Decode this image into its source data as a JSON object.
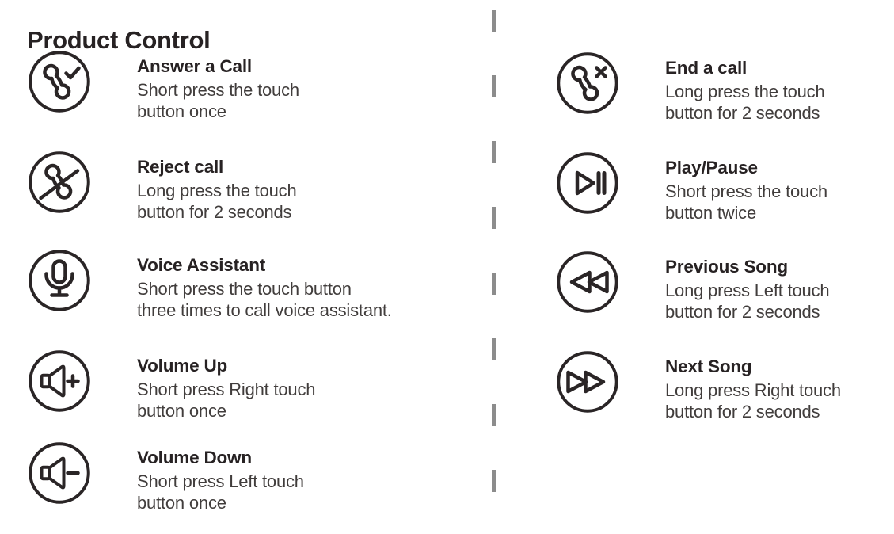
{
  "page": {
    "title": "Product Control"
  },
  "colors": {
    "text_primary": "#272223",
    "text_secondary": "#413d3c",
    "icon_stroke": "#2a2526",
    "divider_dash": "#8c8c8c",
    "background": "#ffffff"
  },
  "divider": {
    "style": "vertical-dashed"
  },
  "columns": {
    "left": {
      "items": [
        {
          "icon": "answer-call",
          "title": "Answer a Call",
          "description": "Short press the touch\nbutton once"
        },
        {
          "icon": "reject-call",
          "title": "Reject call",
          "description": "Long press the touch\nbutton for 2 seconds"
        },
        {
          "icon": "voice-assistant",
          "title": "Voice Assistant",
          "description": "Short press the touch button\nthree times to call voice assistant."
        },
        {
          "icon": "volume-up",
          "title": "Volume Up",
          "description": "Short press Right touch\nbutton once"
        },
        {
          "icon": "volume-down",
          "title": "Volume Down",
          "description": "Short press Left touch\nbutton once"
        }
      ]
    },
    "right": {
      "items": [
        {
          "icon": "end-call",
          "title": "End a call",
          "description": "Long press the touch\nbutton for 2 seconds"
        },
        {
          "icon": "play-pause",
          "title": "Play/Pause",
          "description": "Short press the touch\nbutton twice"
        },
        {
          "icon": "previous-song",
          "title": "Previous Song",
          "description": "Long press Left touch\nbutton for 2 seconds"
        },
        {
          "icon": "next-song",
          "title": "Next Song",
          "description": "Long press Right touch\nbutton for 2 seconds"
        }
      ]
    }
  }
}
